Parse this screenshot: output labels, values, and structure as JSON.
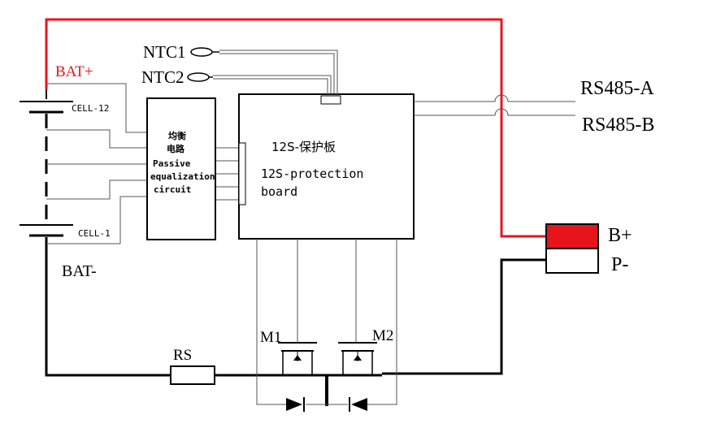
{
  "labels": {
    "bat_plus": "BAT+",
    "bat_minus": "BAT-",
    "cell_12": "CELL-12",
    "cell_1": "CELL-1",
    "ntc1": "NTC1",
    "ntc2": "NTC2",
    "rs485_a": "RS485-A",
    "rs485_b": "RS485-B",
    "b_plus": "B+",
    "p_minus": "P-",
    "rs": "RS",
    "m1": "M1",
    "m2": "M2"
  },
  "equalizer": {
    "title_line1": "均衡",
    "title_line2": "电路",
    "en_line1": "Passive",
    "en_line2": "equalization",
    "en_line3": "circuit"
  },
  "protection_board": {
    "title_cn": "12S-保护板",
    "title_en_line1": "12S-protection",
    "title_en_line2": "board"
  },
  "colors": {
    "positive_wire": "#e8141b",
    "wire": "#000000",
    "thin_wire": "#555555",
    "terminal_positive": "#e8141b"
  }
}
